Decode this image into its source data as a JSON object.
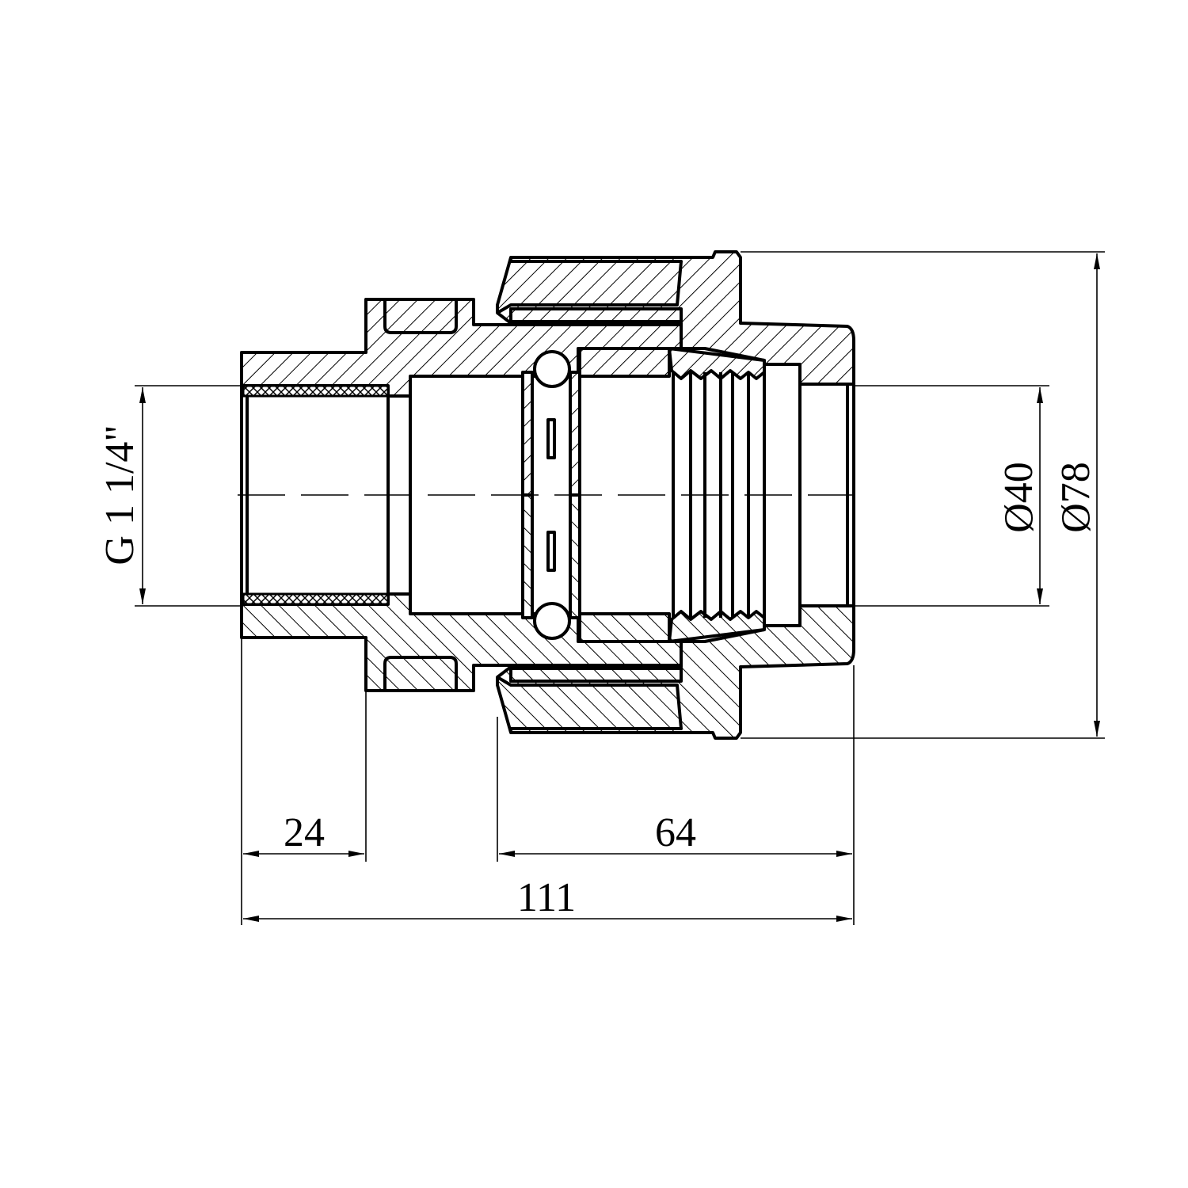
{
  "drawing": {
    "dimensions": {
      "thread": "G 1 1/4\"",
      "inner_diameter": "Ø40",
      "outer_diameter": "Ø78",
      "thread_length": "24",
      "nut_length": "64",
      "overall_length": "111"
    }
  }
}
